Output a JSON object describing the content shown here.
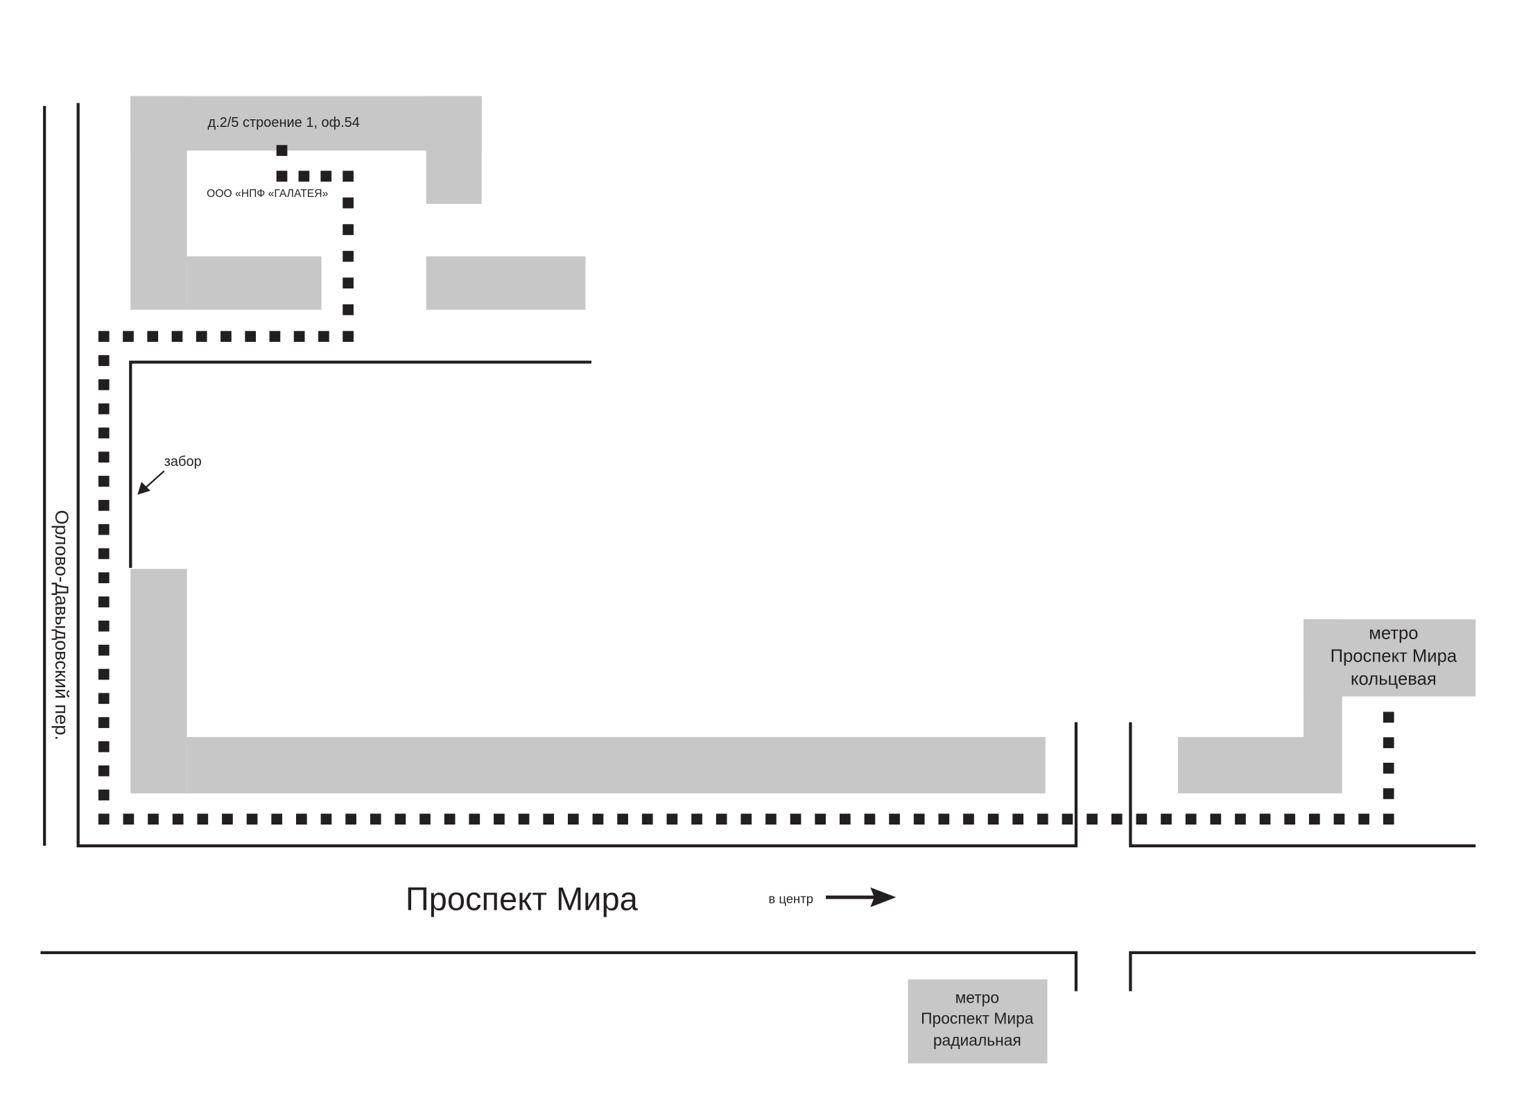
{
  "map": {
    "address": "д.2/5 строение 1, оф.54",
    "company": "ООО «НПФ «ГАЛАТЕЯ»",
    "fence_label": "забор",
    "side_street": "Орлово-Давыдовский пер.",
    "main_street": "Проспект Мира",
    "direction_label": "в центр",
    "metro_ring": {
      "line1": "метро",
      "line2": "Проспект Мира",
      "line3": "кольцевая"
    },
    "metro_radial": {
      "line1": "метро",
      "line2": "Проспект Мира",
      "line3": "радиальная"
    }
  },
  "colors": {
    "building": "#c6c7c6",
    "line": "#231f20",
    "route": "#231f20"
  }
}
